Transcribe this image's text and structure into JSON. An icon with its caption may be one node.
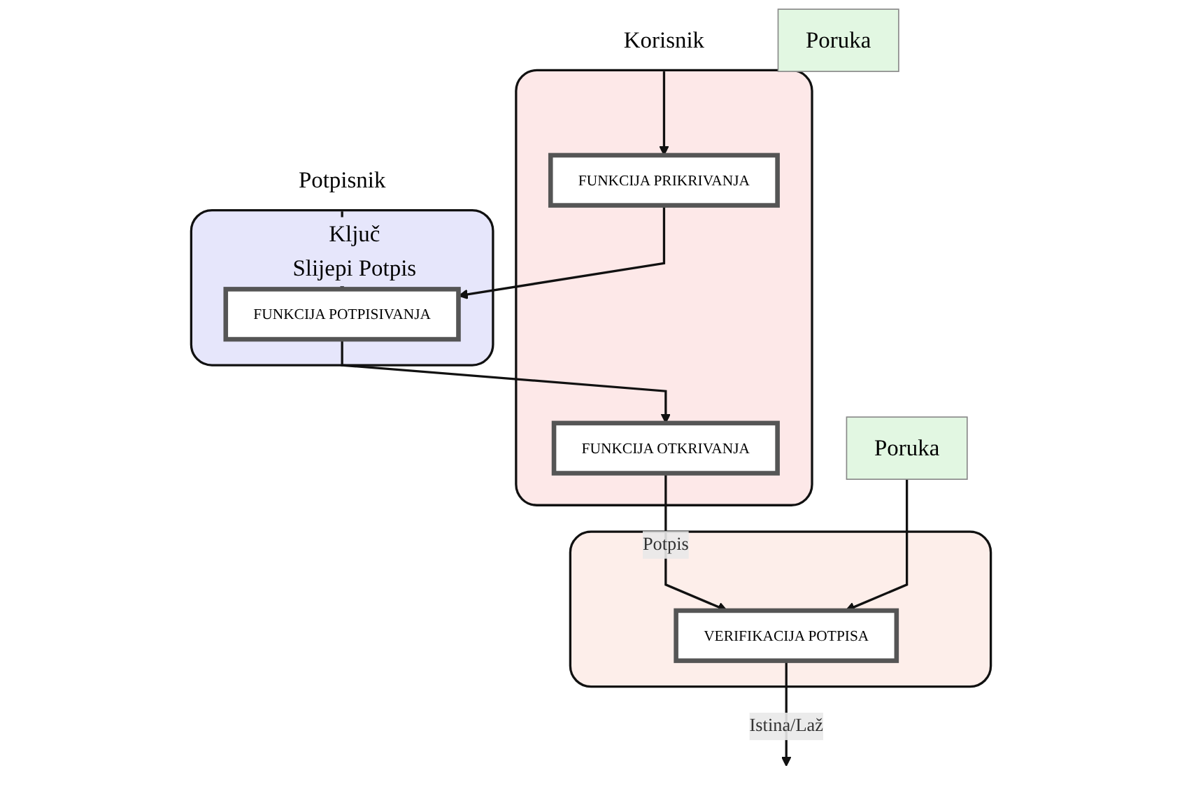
{
  "diagram": {
    "nodes": [
      {
        "text": [
          "Korisnik"
        ]
      },
      {
        "text": [],
        "shape": "box"
      },
      {
        "text": [
          "FUNKCIJA PRIKRIVANJA"
        ],
        "in": 1
      },
      {
        "text": [
          "FUNKCIJA OTKRIVANJA"
        ],
        "in": 1
      },
      {
        "text": [
          "Poruka"
        ]
      },
      {
        "text": [
          "Potpisnik"
        ]
      },
      {
        "text": [
          "Ključ",
          "Slijepi Potpis"
        ]
      },
      {
        "text": [
          "FUNKCIJA POTPISIVANJA"
        ],
        "in": 6
      },
      {
        "text": [],
        "shape": "box"
      },
      {
        "text": [
          "VERIFIKACIJA POTPISA"
        ],
        "in": 8
      },
      {
        "text": [
          "Poruka"
        ]
      }
    ],
    "edges": [
      {
        "from": 0,
        "to": 2,
        "arrow": "to"
      },
      {
        "from": 2,
        "to": 7,
        "arrow": "to"
      },
      {
        "from": 5,
        "to": 7,
        "arrow": "to"
      },
      {
        "from": 7,
        "to": 3,
        "arrow": "to"
      },
      {
        "from": 3,
        "to": 9,
        "label": "Potpis",
        "arrow": "to"
      },
      {
        "from": 10,
        "to": 9,
        "arrow": "to"
      },
      {
        "from": 9,
        "to": null,
        "label": "Istina/Laž",
        "arrow": "to"
      }
    ]
  }
}
